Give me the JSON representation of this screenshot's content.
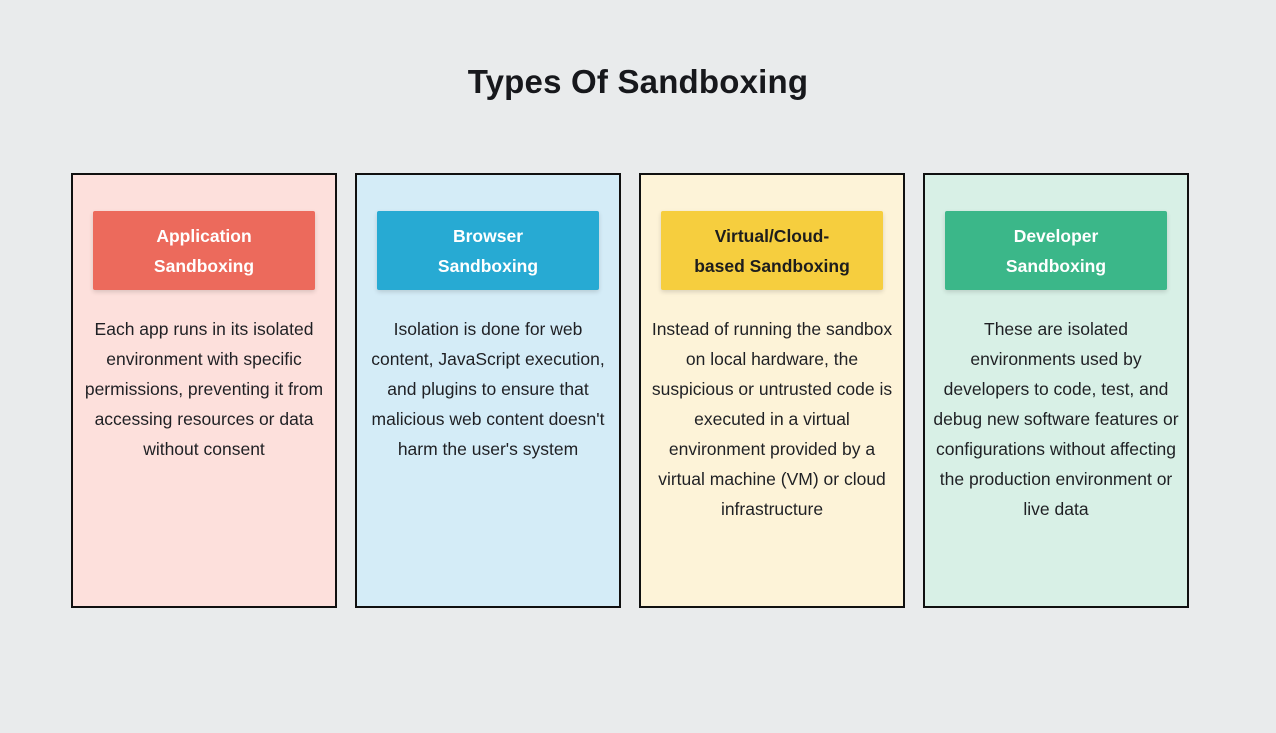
{
  "page": {
    "title": "Types Of Sandboxing",
    "background": "#e9ebec",
    "card_border_color": "#101010"
  },
  "cards": [
    {
      "id": "application-sandboxing",
      "title_lines": [
        "Application",
        "Sandboxing"
      ],
      "body": "Each app runs in its isolated environment with specific permissions, preventing it from accessing resources or data without consent",
      "header_bg": "#ec6a5c",
      "header_text_color": "#ffffff",
      "body_bg": "#fde0dc"
    },
    {
      "id": "browser-sandboxing",
      "title_lines": [
        "Browser",
        "Sandboxing"
      ],
      "body": "Isolation is done for web content, JavaScript execution, and plugins to ensure that malicious web content doesn't harm the user's system",
      "header_bg": "#27aad3",
      "header_text_color": "#ffffff",
      "body_bg": "#d4ecf7"
    },
    {
      "id": "virtual-cloud-based-sandboxing",
      "title_lines": [
        "Virtual/Cloud-",
        "based Sandboxing"
      ],
      "body": "Instead of running the sandbox on local hardware, the suspicious or untrusted code is executed in a virtual environment provided by a virtual machine (VM) or cloud infrastructure",
      "header_bg": "#f6ce3e",
      "header_text_color": "#1d1d1d",
      "body_bg": "#fdf3d8"
    },
    {
      "id": "developer-sandboxing",
      "title_lines": [
        "Developer",
        "Sandboxing"
      ],
      "body": "These are isolated environments used by developers to code, test, and debug new software features or configurations without affecting the production environment or live data",
      "header_bg": "#3bb789",
      "header_text_color": "#ffffff",
      "body_bg": "#d8f0e6"
    }
  ]
}
